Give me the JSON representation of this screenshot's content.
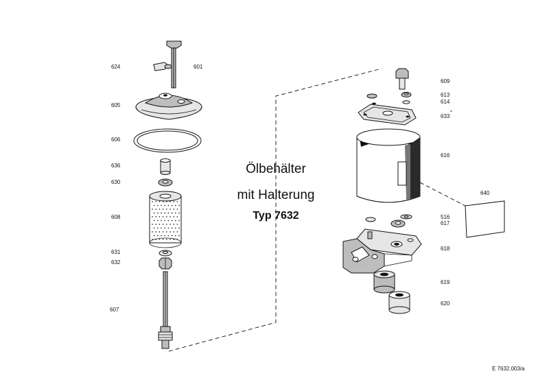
{
  "title": {
    "line1": "Ölbehälter",
    "line2": "mit Halterung",
    "line3": "Typ  7632"
  },
  "reference": "E 7632.003/a",
  "labels": {
    "p624": "624",
    "p601": "601",
    "p605": "605",
    "p606": "606",
    "p636": "636",
    "p630": "630",
    "p608": "608",
    "p631": "631",
    "p632": "632",
    "p607": "607",
    "p609": "609",
    "p613": "613",
    "p614": "614",
    "p633": "633",
    "p616": "616",
    "p640": "640",
    "p516": "516",
    "p617": "617",
    "p618": "618",
    "p619": "619",
    "p620": "620"
  }
}
